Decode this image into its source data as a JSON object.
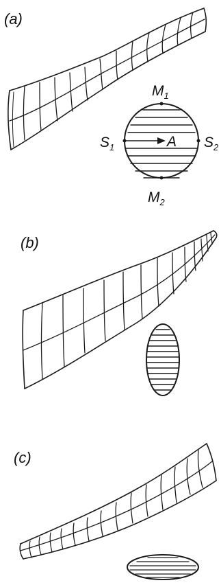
{
  "panels": [
    {
      "id": "a",
      "label": "(a)"
    },
    {
      "id": "b",
      "label": "(b)"
    },
    {
      "id": "c",
      "label": "(c)"
    }
  ],
  "points": {
    "M1": {
      "main": "M",
      "sub": "1"
    },
    "M2": {
      "main": "M",
      "sub": "2"
    },
    "S1": {
      "main": "S",
      "sub": "1"
    },
    "S2": {
      "main": "S",
      "sub": "2"
    },
    "A": {
      "main": "A"
    }
  }
}
